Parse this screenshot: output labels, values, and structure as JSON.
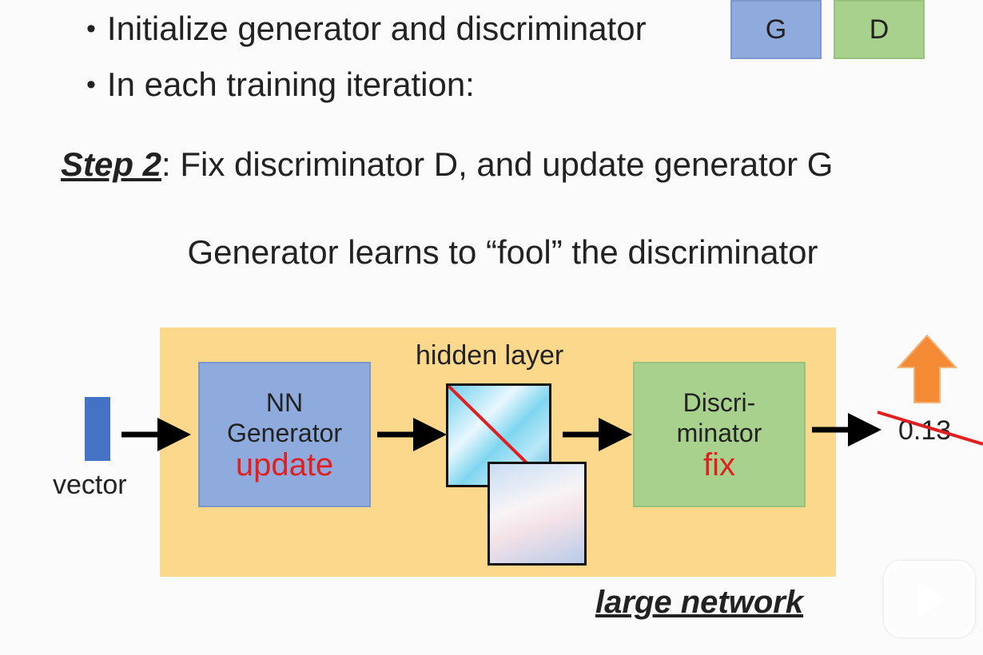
{
  "bullets": [
    "Initialize generator and discriminator",
    "In each training iteration:"
  ],
  "g_box": "G",
  "d_box": "D",
  "step": {
    "label": "Step 2",
    "text": ": Fix discriminator D, and update generator G"
  },
  "subtitle": "Generator learns to “fool” the discriminator",
  "diagram": {
    "vector_label": "vector",
    "generator": {
      "line1": "NN",
      "line2": "Generator",
      "action": "update"
    },
    "hidden_label": "hidden layer",
    "discriminator": {
      "line1": "Discri-",
      "line2": "minator",
      "action": "fix"
    },
    "score": "0.13",
    "large_network": "large network"
  },
  "colors": {
    "generator": "#8faadc",
    "discriminator": "#a9d18e",
    "network_bg": "#fcd88c",
    "highlight": "#e02020",
    "up_arrow": "#f58a34"
  },
  "icons": {
    "up_arrow": "up-arrow-icon",
    "play": "play-icon"
  }
}
